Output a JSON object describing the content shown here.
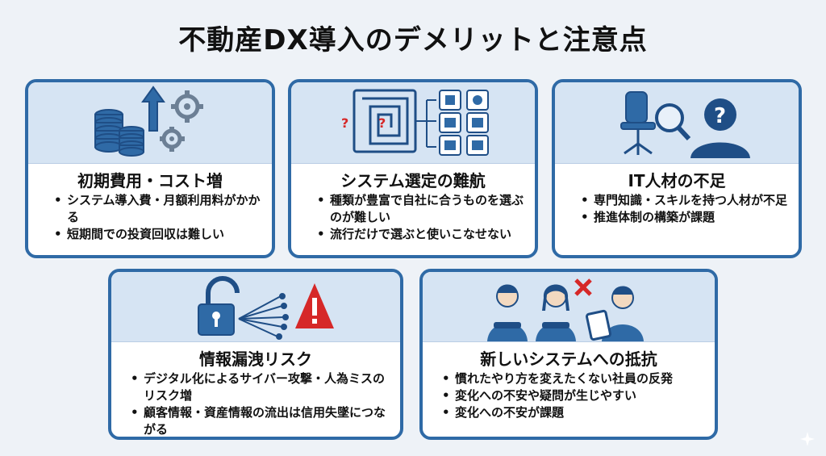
{
  "title": "不動産DX導入のデメリットと注意点",
  "colors": {
    "border": "#2f6aa6",
    "art_bg": "#d6e4f3",
    "icon_dark": "#1f4e86",
    "alert": "#d62828"
  },
  "cards": [
    {
      "heading": "初期費用・コスト増",
      "icon": "coins-arrow-gears-icon",
      "bullets": [
        "システム導入費・月額利用料がかかる",
        "短期間での投資回収は難しい"
      ]
    },
    {
      "heading": "システム選定の難航",
      "icon": "maze-apps-icon",
      "bullets": [
        "種類が豊富で自社に合うものを選ぶのが難しい",
        "流行だけで選ぶと使いこなせない"
      ]
    },
    {
      "heading": "IT人材の不足",
      "icon": "empty-chair-magnifier-person-icon",
      "bullets": [
        "専門知識・スキルを持つ人材が不足",
        "推進体制の構築が課題"
      ]
    },
    {
      "heading": "情報漏洩リスク",
      "icon": "open-lock-warning-icon",
      "bullets": [
        "デジタル化によるサイバー攻撃・人為ミスのリスク増",
        "顧客情報・資産情報の流出は信用失墜につながる"
      ]
    },
    {
      "heading": "新しいシステムへの抵抗",
      "icon": "resistant-staff-icon",
      "bullets": [
        "慣れたやり方を変えたくない社員の反発",
        "変化への不安や疑問が生じやすい",
        "変化への不安が課題"
      ]
    }
  ]
}
